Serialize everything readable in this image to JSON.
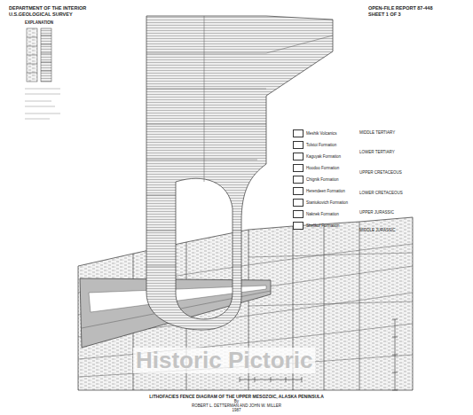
{
  "diagram": {
    "title": "LITHOFACIES FENCE DIAGRAM OF THE UPPER MESOZOIC, ALASKA PENINSULA",
    "labels": [
      "DEPARTMENT OF THE INTERIOR",
      "U.S.GEOLOGICAL SURVEY",
      "OPEN-FILE REPORT 87-448",
      "SHEET 1 OF 3",
      "EXPLANATION",
      "MIDDLE TERTIARY",
      "LOWER TERTIARY",
      "UPPER CRETACEOUS",
      "LOWER CRETACEOUS",
      "UPPER JURASSIC",
      "MIDDLE JURASSIC",
      "By",
      "ROBERT L. DETTERMAN AND JOHN W. MILLER",
      "1987",
      "Historic Pictoric"
    ],
    "legend": [
      {
        "text": "Meshik Volcanics"
      },
      {
        "text": "Tolstoi Formation"
      },
      {
        "text": "Kaguyak Formation"
      },
      {
        "text": "Hoodoo Formation"
      },
      {
        "text": "Chignik Formation"
      },
      {
        "text": "Herendeen Formation"
      },
      {
        "text": "Staniukovich Formation"
      },
      {
        "text": "Naknek Formation"
      },
      {
        "text": "Shelikof Formation"
      }
    ]
  }
}
